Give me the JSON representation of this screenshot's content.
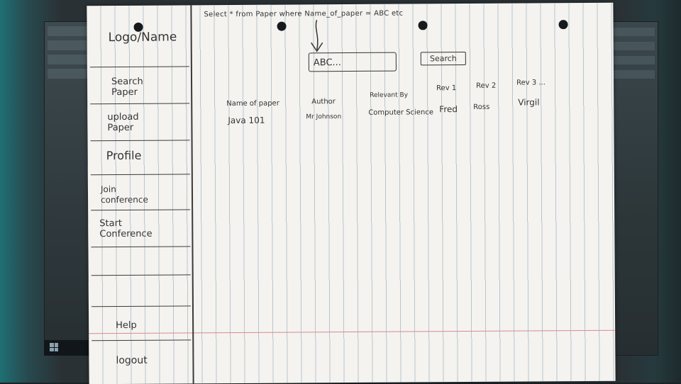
{
  "sidebar": {
    "logo": "Logo/Name",
    "items": [
      {
        "label": "Search Paper"
      },
      {
        "label": "upload Paper"
      },
      {
        "label": "Profile"
      },
      {
        "label": "Join conference"
      },
      {
        "label": "Start Conference"
      },
      {
        "label": "Help"
      },
      {
        "label": "logout"
      }
    ]
  },
  "query_note": "Select * from Paper where Name_of_paper = ABC etc",
  "search": {
    "value": "ABC...",
    "button_label": "Search"
  },
  "results": {
    "headers": [
      "Name of paper",
      "Author",
      "Relevant By",
      "Rev 1",
      "Rev 2",
      "Rev 3 ..."
    ],
    "rows": [
      [
        "Java 101",
        "Mr Johnson",
        "Computer Science",
        "Fred",
        "Ross",
        "Virgil"
      ]
    ]
  }
}
